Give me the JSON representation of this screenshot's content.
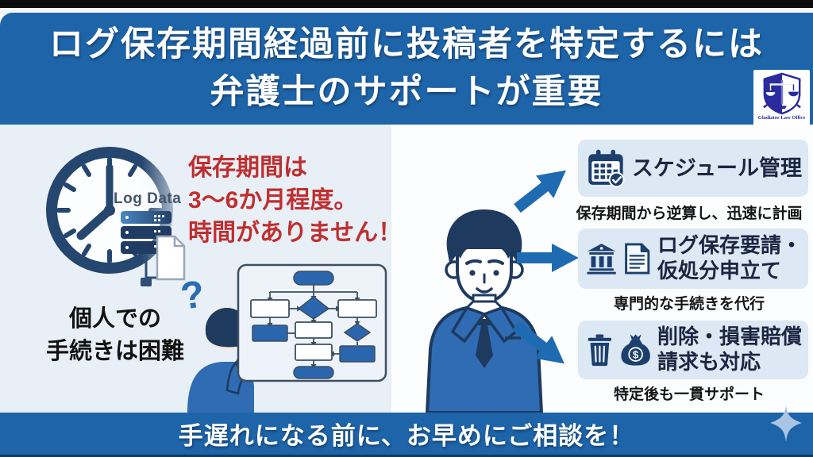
{
  "header": {
    "title_line1": "ログ保存期間経過前に投稿者を特定するには",
    "title_line2": "弁護士のサポートが重要",
    "logo_caption": "Gladiator Law Office"
  },
  "left": {
    "log_label": "Log Data",
    "warning_lines": [
      "保存期間は",
      "3〜6か月程度。",
      "時間がありません！"
    ],
    "difficulty_lines": [
      "個人での",
      "手続きは困難"
    ],
    "question_mark": "?"
  },
  "right": {
    "items": [
      {
        "title_lines": [
          "スケジュール管理"
        ],
        "caption": "保存期間から逆算し、迅速に計画"
      },
      {
        "title_lines": [
          "ログ保存要請・",
          "仮処分申立て"
        ],
        "caption": "専門的な手続きを代行"
      },
      {
        "title_lines": [
          "削除・損害賠償",
          "請求も対応"
        ],
        "caption": "特定後も一貫サポート"
      }
    ],
    "money_symbol": "$"
  },
  "footer": {
    "message": "手遅れになる前に、お早めにご相談を！"
  },
  "colors": {
    "header_blue": "#1e64a9",
    "icon_navy": "#1c3f6e",
    "suit_blue": "#2f6cb3",
    "warning_red": "#bf2f2f",
    "card_bg": "#dce8f4",
    "left_panel_bg": "#e9eff6",
    "sparkle_blue": "#a9c4e4"
  }
}
